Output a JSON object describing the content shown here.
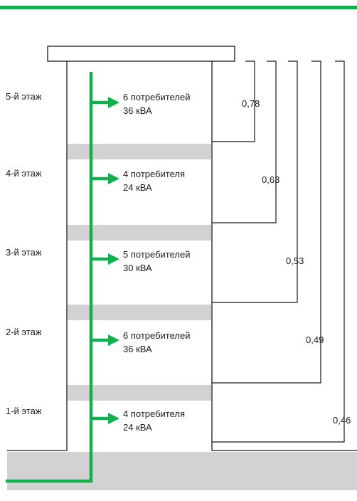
{
  "colors": {
    "riser": "#11b04f",
    "slab": "#d2d2d2",
    "ground": "#d2d2d2",
    "line": "#1a1a1a"
  },
  "floors": [
    {
      "label": "5-й этаж",
      "consumers": "6 потребителей",
      "power": "36 кВА",
      "coefficient": "0,78"
    },
    {
      "label": "4-й этаж",
      "consumers": "4 потребителя",
      "power": "24 кВА",
      "coefficient": "0,63"
    },
    {
      "label": "3-й этаж",
      "consumers": "5 потребителей",
      "power": "30 кВА",
      "coefficient": "0,53"
    },
    {
      "label": "2-й этаж",
      "consumers": "6 потребителей",
      "power": "36 кВА",
      "coefficient": "0,49"
    },
    {
      "label": "1-й этаж",
      "consumers": "4 потребителя",
      "power": "24 кВА",
      "coefficient": "0,46"
    }
  ]
}
